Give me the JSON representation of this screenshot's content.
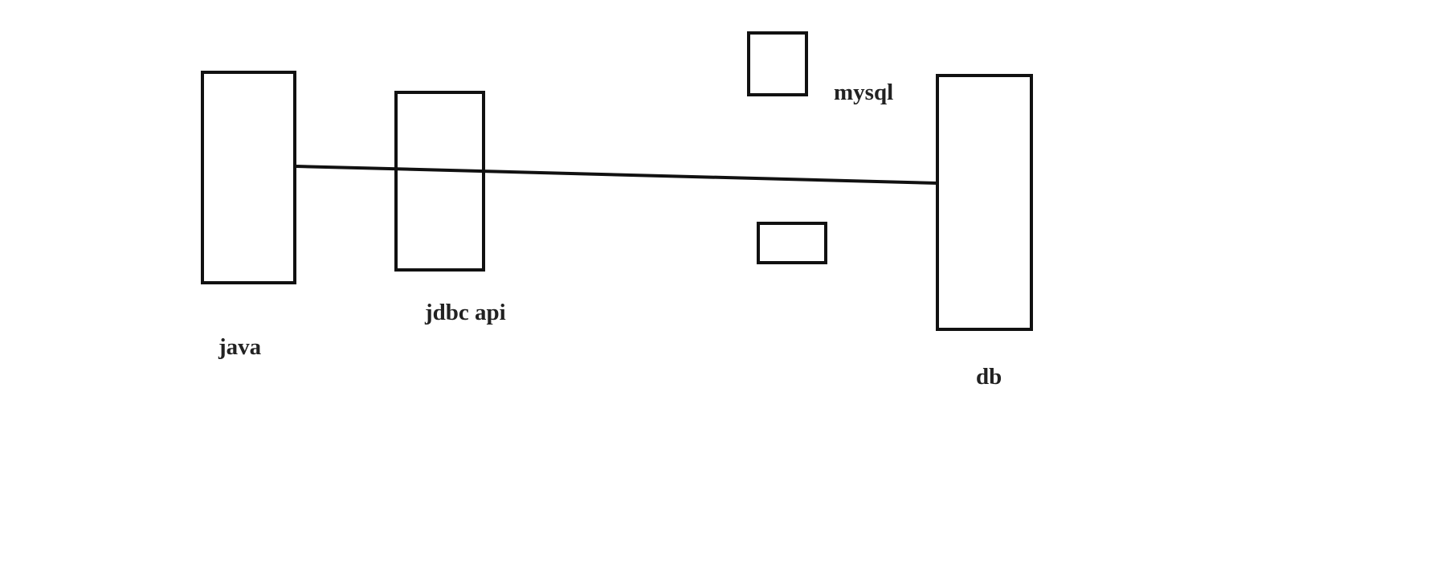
{
  "diagram": {
    "nodes": [
      {
        "id": "java",
        "label": "java"
      },
      {
        "id": "jdbc-api",
        "label": "jdbc api"
      },
      {
        "id": "mysql",
        "label": "mysql"
      },
      {
        "id": "unlabeled-box",
        "label": ""
      },
      {
        "id": "db",
        "label": "db"
      }
    ],
    "edges": [
      {
        "from": "java",
        "to": "db",
        "passes_through": "jdbc-api"
      }
    ],
    "line_color": "#111111",
    "text_color": "#222222"
  }
}
